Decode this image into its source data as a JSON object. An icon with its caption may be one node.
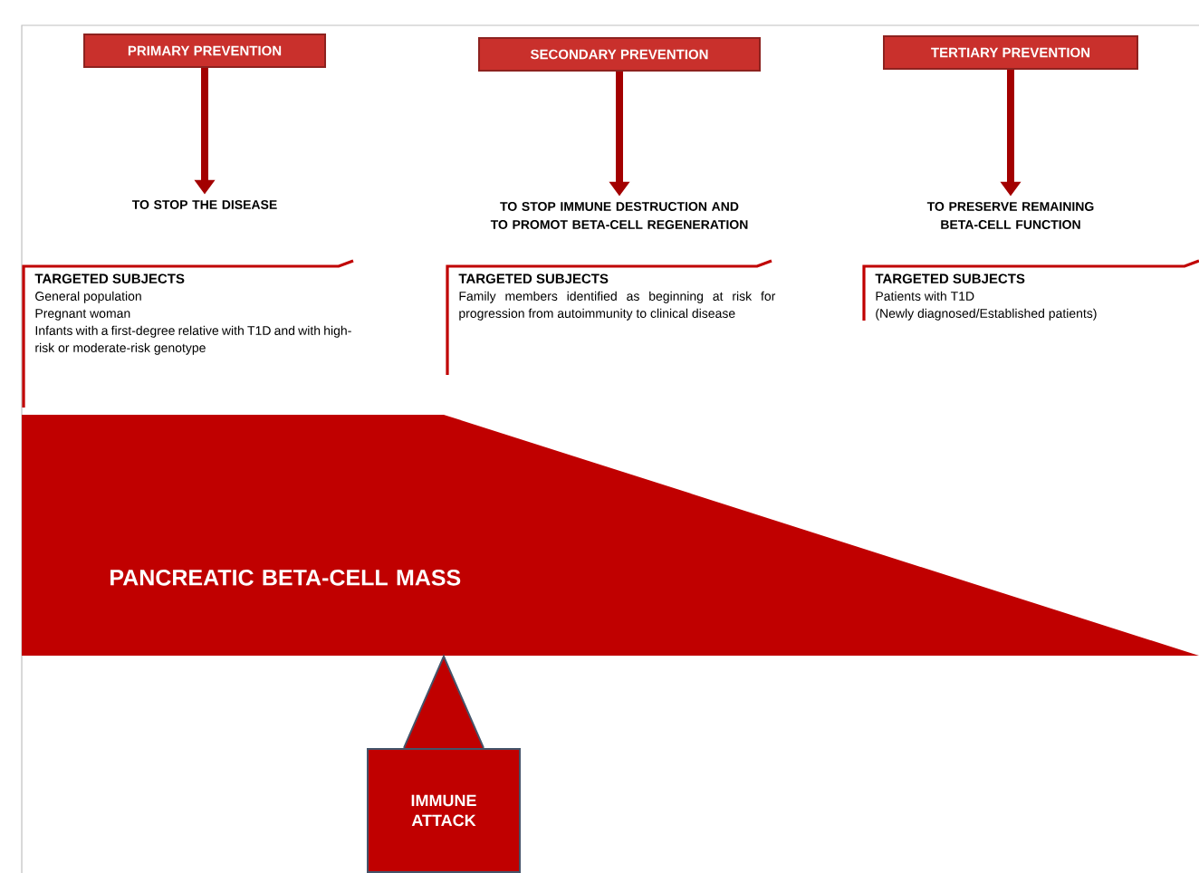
{
  "diagram": {
    "nodes": [
      {
        "text": [
          "PRIMARY PREVENTION"
        ]
      },
      {
        "text": [
          "SECONDARY PREVENTION"
        ]
      },
      {
        "text": [
          "TERTIARY PREVENTION"
        ]
      },
      {
        "text": [
          "TO STOP THE DISEASE"
        ]
      },
      {
        "text": [
          "TO STOP IMMUNE DESTRUCTION AND TO PROMOT BETA-CELL REGENERATION"
        ]
      },
      {
        "text": [
          "TO PRESERVE REMAINING BETA-CELL FUNCTION"
        ]
      },
      {
        "text": [
          "TARGETED SUBJECTS",
          "General population",
          "Pregnant woman",
          "Infants with a first-degree relative with T1D and with high-risk or moderate-risk genotype"
        ]
      },
      {
        "text": [
          "TARGETED SUBJECTS",
          "Family members identified as beginning at risk for progression from autoimmunity to clinical disease"
        ]
      },
      {
        "text": [
          "TARGETED SUBJECTS",
          "Patients with T1D",
          "(Newly diagnosed/Established patients)"
        ]
      },
      {
        "text": [
          "PANCREATIC BETA-CELL MASS"
        ]
      },
      {
        "text": [
          "IMMUNE ATTACK"
        ]
      }
    ],
    "edges": [
      {
        "from": 0,
        "to": 3,
        "arrow": "to"
      },
      {
        "from": 1,
        "to": 4,
        "arrow": "to"
      },
      {
        "from": 2,
        "to": 5,
        "arrow": "to"
      },
      {
        "from": 10,
        "to": 9,
        "arrow": "to",
        "color": "#44546a"
      }
    ]
  }
}
